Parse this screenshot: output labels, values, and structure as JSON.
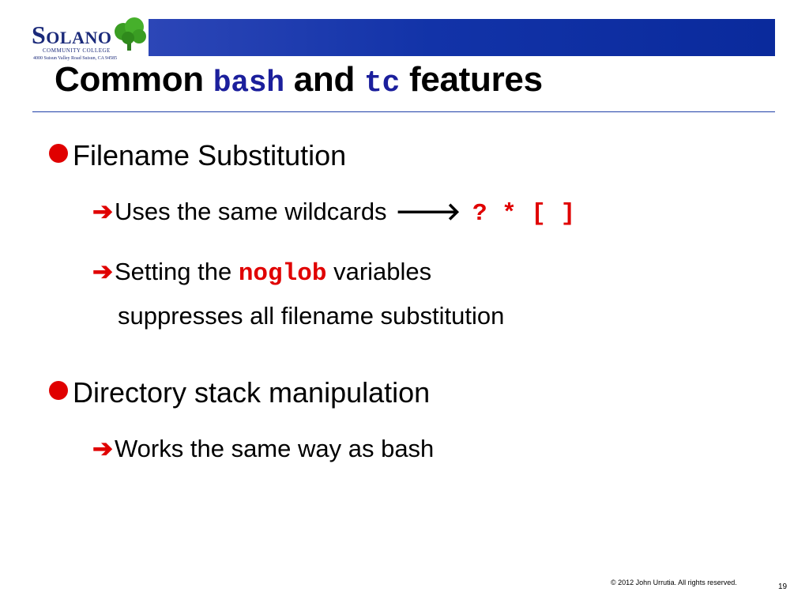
{
  "logo": {
    "big_letter": "S",
    "rest": "OLANO",
    "subtitle": "COMMUNITY COLLEGE",
    "address": "4000 Suisun Valley Road   Suisun, CA  94585"
  },
  "title": {
    "word1": "Common",
    "code1": "bash",
    "word2": "and",
    "code2": "tc",
    "word3": "features"
  },
  "bullets": [
    {
      "text": "Filename Substitution",
      "subs": [
        {
          "text": "Uses the same wildcards",
          "inline_arrow": "🡒",
          "code": "? * [ ]"
        },
        {
          "pre": "Setting the",
          "code": "noglob",
          "post": "variables",
          "continuation": "suppresses all filename substitution"
        }
      ]
    },
    {
      "text": "Directory stack manipulation",
      "subs": [
        {
          "text": "Works the same way as bash"
        }
      ]
    }
  ],
  "bullet_glyph": "●",
  "sub_arrow_glyph": "➔",
  "footer": {
    "copyright": "© 2012 John Urrutia. All rights reserved.",
    "page_number": "19"
  },
  "colors": {
    "accent_blue": "#1233a8",
    "title_code": "#1b1f9c",
    "bullet_red": "#e00000"
  }
}
